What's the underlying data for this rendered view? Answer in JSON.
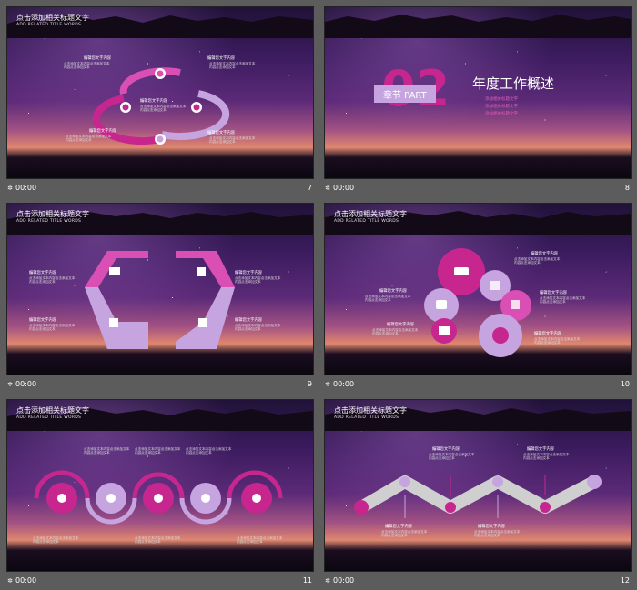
{
  "slide_title": "点击添加相关标题文字",
  "slide_subtitle": "ADD RELATED TITLE WORDS",
  "time_icon": "slide-transition-icon",
  "time_label": "00:00",
  "label_text": "编辑您文字内容",
  "body_text": "点击添加文本内容点击添加文本内容点击添加文本",
  "slides": [
    {
      "number": "7"
    },
    {
      "number": "8",
      "chapter_num": "02",
      "chapter_label": "章节 PART",
      "chapter_title": "年度工作概述",
      "bullets": [
        "添加相关标题文字",
        "添加相关标题文字",
        "添加相关标题文字"
      ]
    },
    {
      "number": "9"
    },
    {
      "number": "10"
    },
    {
      "number": "11"
    },
    {
      "number": "12"
    }
  ],
  "colors": {
    "magenta": "#c7268f",
    "pink": "#d94fb3",
    "lilac": "#c6a4e0",
    "grey": "#cfcfcf"
  }
}
